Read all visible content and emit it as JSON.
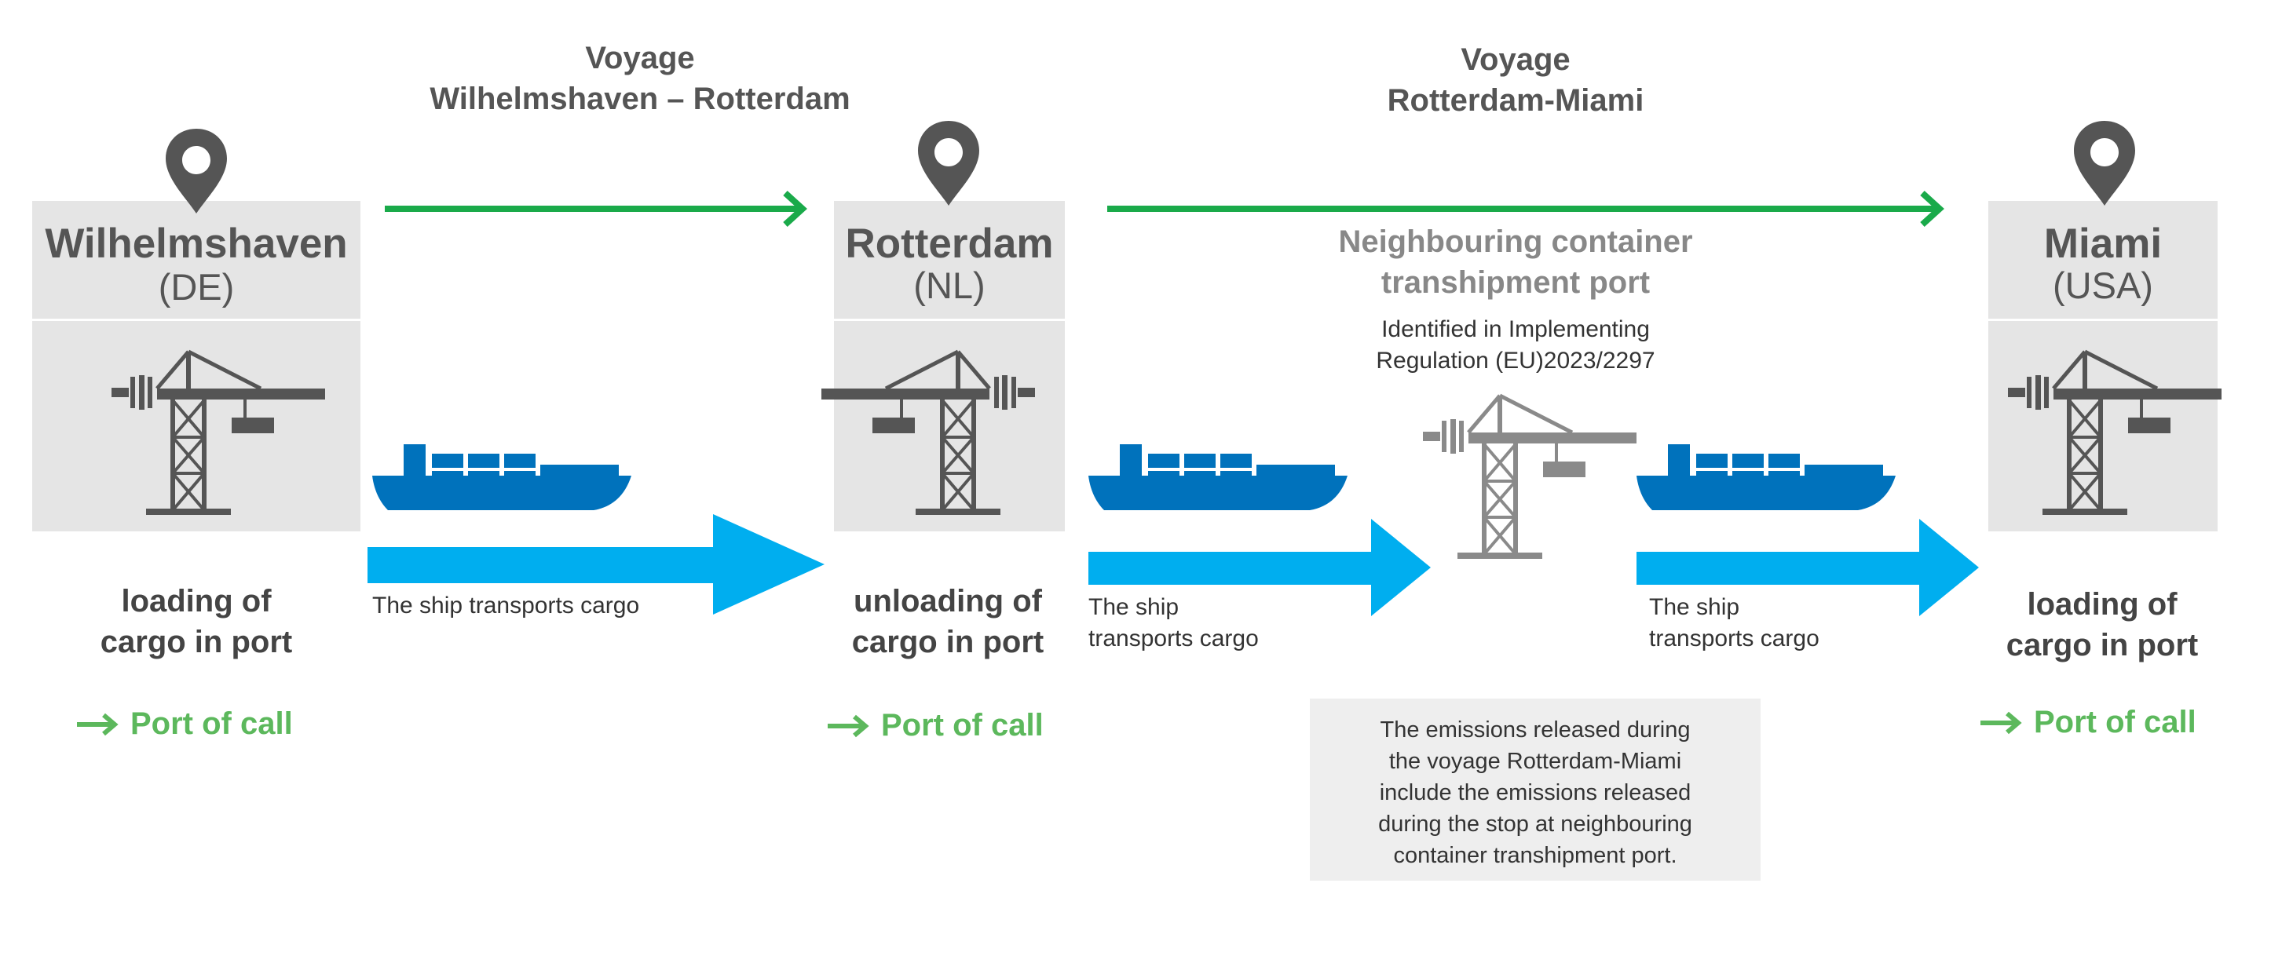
{
  "voyages": [
    {
      "label": "Voyage",
      "route": "Wilhelmshaven – Rotterdam"
    },
    {
      "label": "Voyage",
      "route": "Rotterdam-Miami"
    }
  ],
  "ports": [
    {
      "name": "Wilhelmshaven",
      "country": "(DE)",
      "activity_line1": "loading of",
      "activity_line2": "cargo in port",
      "port_call": "Port of call"
    },
    {
      "name": "Rotterdam",
      "country": "(NL)",
      "activity_line1": "unloading of",
      "activity_line2": "cargo in port",
      "port_call": "Port of call"
    },
    {
      "name": "Miami",
      "country": "(USA)",
      "activity_line1": "loading of",
      "activity_line2": "cargo in port",
      "port_call": "Port of call"
    }
  ],
  "transport_labels": {
    "leg1": "The ship transports cargo",
    "leg2_line1": "The ship",
    "leg2_line2": "transports cargo",
    "leg3_line1": "The ship",
    "leg3_line2": "transports cargo"
  },
  "neighbouring_port": {
    "title_line1": "Neighbouring container",
    "title_line2": "transhipment port",
    "sub_line1": "Identified in Implementing",
    "sub_line2": "Regulation (EU)2023/2297"
  },
  "note": {
    "lines": [
      "The emissions released during",
      "the voyage Rotterdam-Miami",
      "include the emissions released",
      "during the stop at neighbouring",
      "container transhipment port."
    ]
  },
  "colors": {
    "voyage_arrow": "#1aaa4a",
    "transport_arrow": "#00aeef",
    "ship": "#0072bc",
    "port_box": "#e5e5e5",
    "crane": "#555555",
    "neighbour_crane": "#8a8a8a",
    "pin": "#555555",
    "port_call_green": "#5cb85c",
    "note_box": "#eeeeee"
  },
  "icons": [
    "location-pin-icon",
    "crane-icon",
    "container-ship-icon",
    "arrow-right-icon"
  ]
}
